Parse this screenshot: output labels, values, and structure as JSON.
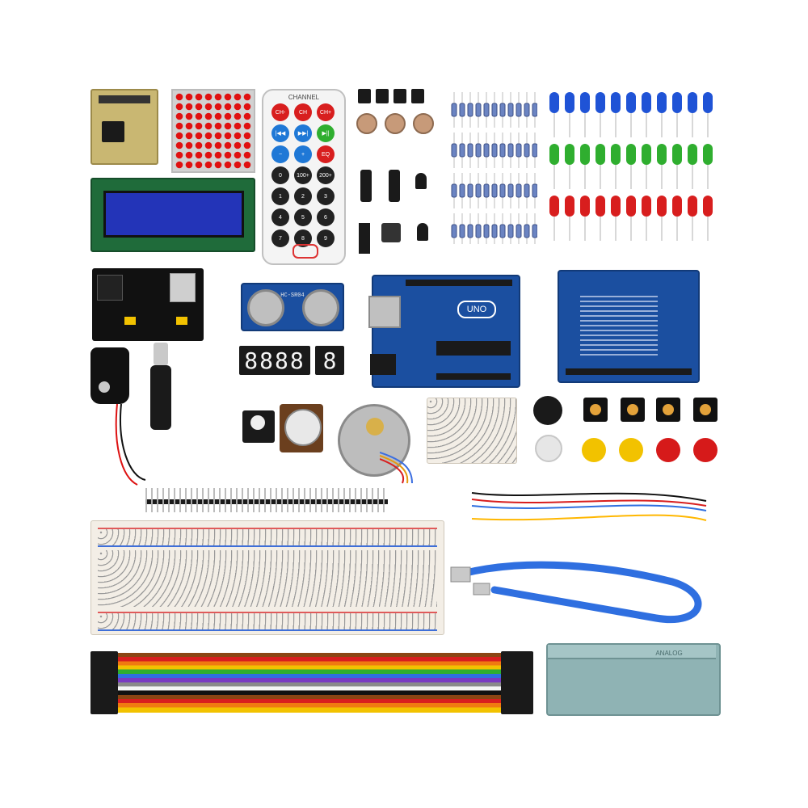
{
  "remote": {
    "top_label": "CHANNEL",
    "keys": [
      "CH-",
      "CH",
      "CH+",
      "|◀◀",
      "▶▶|",
      "▶||",
      "−",
      "+",
      "EQ",
      "0",
      "100+",
      "200+",
      "1",
      "2",
      "3",
      "4",
      "5",
      "6",
      "7",
      "8",
      "9"
    ]
  },
  "uno_label": "UNO",
  "ultrasonic_label": "HC-SR04",
  "segment_4_digit": "8888",
  "segment_1_digit": "8",
  "box_label": "ANALOG",
  "colors": {
    "led_blue": "#1f53d6",
    "led_green": "#2fae2f",
    "led_red": "#d81e1e",
    "button_yellow": "#f2c200",
    "button_red": "#d61a1a",
    "wire_blue": "#2f6fe0"
  }
}
